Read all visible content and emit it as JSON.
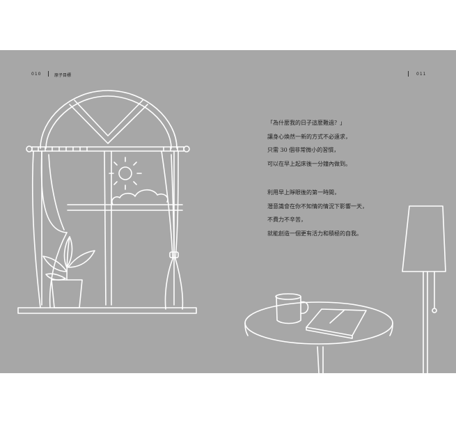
{
  "header": {
    "left_page_number": "010",
    "left_section_title": "原子目標",
    "right_page_number": "011"
  },
  "body_text": {
    "paragraph_1": [
      "「為什麼我的日子這麼難過？」",
      "讓身心煥然一新的方式不必遠求，",
      "只需 30 個非常微小的習慣，",
      "可以在早上起床後一分鐘內做到。"
    ],
    "paragraph_2": [
      "利用早上睜眼後的第一時間，",
      "潛意識會在你不知情的情況下影響一天，",
      "不費力不辛苦，",
      "就能創造一個更有活力和積極的自我。"
    ]
  },
  "colors": {
    "page_background": "#a7a7a7",
    "line_art": "#ffffff",
    "text": "#1e1e1e"
  }
}
